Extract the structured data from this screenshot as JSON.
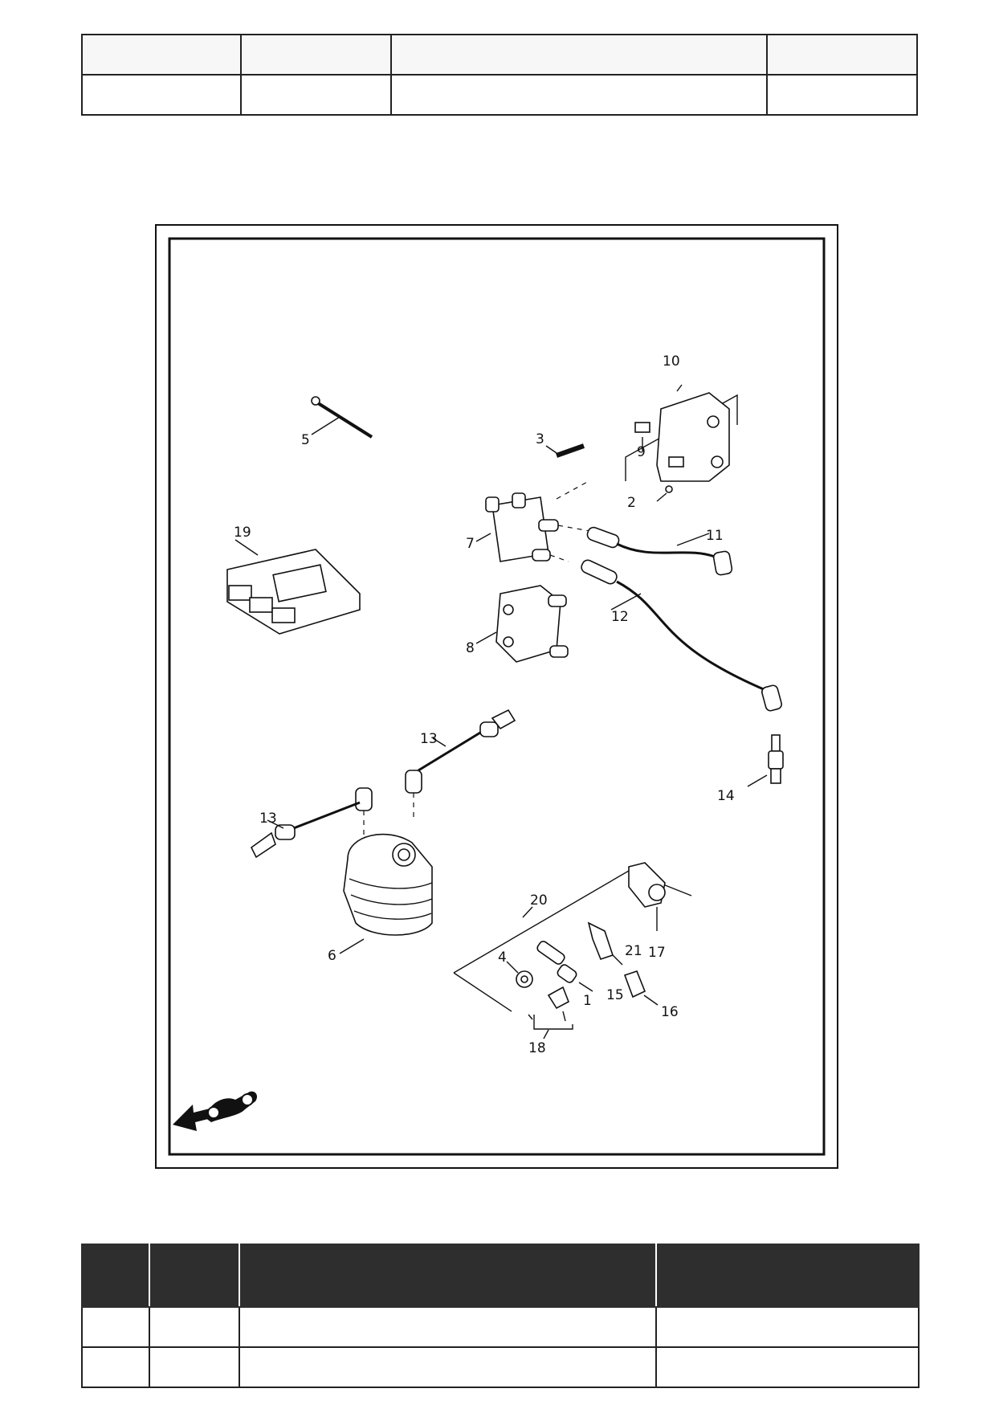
{
  "top_table": {
    "rows": [
      [
        "",
        "",
        "",
        ""
      ],
      [
        "",
        "",
        "",
        ""
      ]
    ]
  },
  "diagram": {
    "callouts": [
      "1",
      "2",
      "3",
      "4",
      "5",
      "6",
      "7",
      "8",
      "9",
      "10",
      "11",
      "12",
      "13",
      "13",
      "14",
      "15",
      "16",
      "17",
      "18",
      "19",
      "20",
      "21"
    ]
  },
  "bottom_table": {
    "headers": [
      "",
      "",
      "",
      ""
    ],
    "rows": [
      [
        "",
        "",
        "",
        ""
      ],
      [
        "",
        "",
        "",
        ""
      ]
    ]
  }
}
